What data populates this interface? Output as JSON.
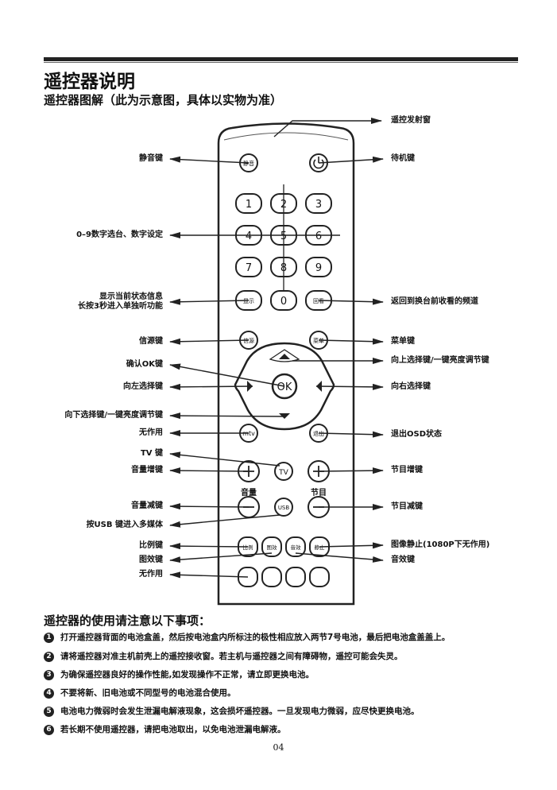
{
  "page_title": "遥控器说明",
  "subtitle": "遥控器图解（此为示意图，具体以实物为准）",
  "labels": {
    "emitter": "遥控发射窗",
    "mute": "静音键",
    "standby": "待机键",
    "digits": "0–9数字选台、数字设定",
    "display": "显示当前状态信息\n长按3秒进入单独听功能",
    "recall": "返回到换台前收看的频道",
    "source": "信源键",
    "menu": "菜单键",
    "ok": "确认OK键",
    "up": "向上选择键/一键亮度调节键",
    "left": "向左选择键",
    "right": "向右选择键",
    "down": "向下选择键/一键亮度调节键",
    "mtv_none": "无作用",
    "exit": "退出OSD状态",
    "tv": "TV 键",
    "vol_up": "音量增键",
    "ch_up": "节目增键",
    "vol_down": "音量减键",
    "ch_down": "节目减键",
    "usb": "按USB 键进入多媒体",
    "ratio": "比例键",
    "freeze": "图像静止(1080P下无作用)",
    "picture": "图效键",
    "sound": "音效键",
    "none2": "无作用"
  },
  "buttons": {
    "mute": "静音",
    "digits": [
      "1",
      "2",
      "3",
      "4",
      "5",
      "6",
      "7",
      "8",
      "9"
    ],
    "display": "显示",
    "zero": "0",
    "recall": "回看",
    "source": "信源",
    "menu": "菜单",
    "ok": "OK",
    "mtv": "mtv",
    "exit": "退出",
    "tv": "TV",
    "vol_word": "音量",
    "ch_word": "节目",
    "usb": "USB",
    "ratio": "比例",
    "picture": "图效",
    "sound": "音效",
    "freeze": "静止"
  },
  "notes_title": "遥控器的使用请注意以下事项：",
  "notes": [
    "打开遥控器背面的电池盒盖，然后按电池盒内所标注的极性相应放入两节7号电池，最后把电池盒盖盖上。",
    "请将遥控器对准主机前壳上的遥控接收窗。若主机与遥控器之间有障碍物，遥控可能会失灵。",
    "为确保遥控器良好的操作性能,如发现操作不正常，请立即更换电池。",
    "不要将新、旧电池或不同型号的电池混合使用。",
    "电池电力微弱时会发生泄漏电解液现象，这会损坏遥控器。一旦发现电力微弱，应尽快更换电池。",
    "若长期不使用遥控器，请把电池取出，以免电池泄漏电解液。"
  ],
  "note_numbers": [
    "1",
    "2",
    "3",
    "4",
    "5",
    "6"
  ],
  "page_number": "04"
}
